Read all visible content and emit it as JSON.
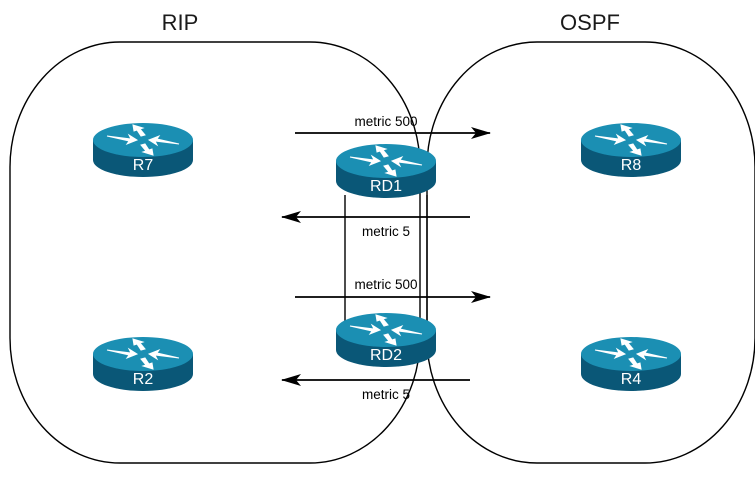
{
  "domains": {
    "left": "RIP",
    "right": "OSPF"
  },
  "routers": {
    "r7": "R7",
    "rd1": "RD1",
    "r8": "R8",
    "r2": "R2",
    "rd2": "RD2",
    "r4": "R4"
  },
  "metrics": {
    "rd1_to_ospf": "metric 500",
    "rd1_to_rip": "metric 5",
    "rd2_to_ospf": "metric 500",
    "rd2_to_rip": "metric 5"
  },
  "colors": {
    "router_top": "#1b8fb3",
    "router_side": "#0a5777",
    "router_arrows": "#ffffff",
    "lines": "#000000"
  },
  "icons": {
    "router": "router-icon"
  }
}
